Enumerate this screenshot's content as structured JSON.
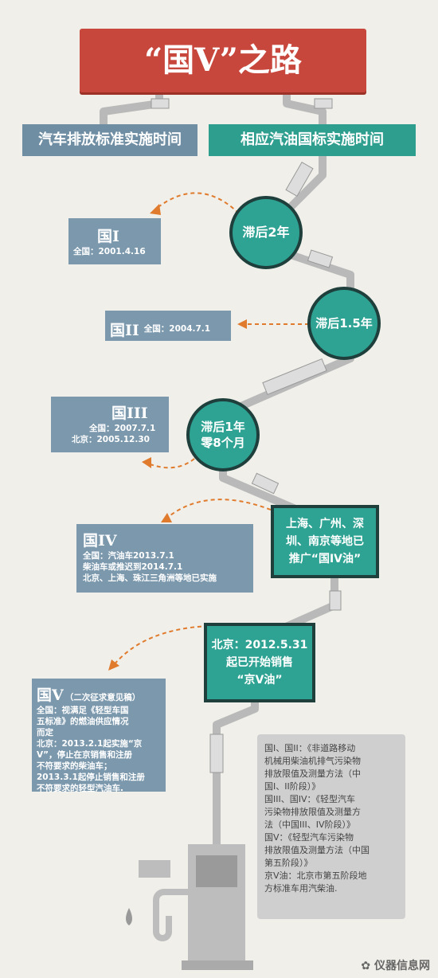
{
  "title": "“国V”之路",
  "headers": {
    "left": "汽车排放标准实施时间",
    "right": "相应汽油国标实施时间"
  },
  "lags": [
    {
      "text": "滞后2年"
    },
    {
      "text": "滞后1.5年"
    },
    {
      "lines": [
        "滞后1年",
        "零8个月"
      ]
    }
  ],
  "promos": [
    {
      "lines": [
        "上海、广州、深",
        "圳、南京等地已",
        "推广“国IV油”"
      ]
    },
    {
      "lines": [
        "北京：2012.5.31",
        "起已开始销售",
        "“京V油”"
      ]
    }
  ],
  "standards": [
    {
      "name": "国I",
      "lines": [
        "全国：2001.4.16"
      ]
    },
    {
      "name": "国II",
      "lines": [
        "全国：2004.7.1"
      ]
    },
    {
      "name": "国III",
      "lines": [
        "全国：2007.7.1",
        "北京：2005.12.30"
      ]
    },
    {
      "name": "国IV",
      "lines": [
        "全国：汽油车2013.7.1",
        "柴油车或推迟到2014.7.1",
        "北京、上海、珠江三角洲等地已实施"
      ]
    },
    {
      "name": "国V",
      "sub": "（二次征求意见稿）",
      "lines": [
        "全国：视满足《轻型车国",
        "五标准》的燃油供应情况",
        "而定",
        "北京：2013.2.1起实施“京",
        "V”，停止在京销售和注册",
        "不符要求的柴油车；",
        "2013.3.1起停止销售和注册",
        "不符要求的轻型汽油车."
      ]
    }
  ],
  "note": [
    "国I、国II：《非道路移动",
    "机械用柴油机排气污染物",
    "排放限值及测量方法（中",
    "国I、II阶段）》",
    "国III、国IV：《轻型汽车",
    "污染物排放限值及测量方",
    "法（中国III、IV阶段）》",
    "国V：《轻型汽车污染物",
    "排放限值及测量方法（中国",
    "第五阶段）》",
    "京V油：北京市第五阶段地",
    "方标准车用汽柴油."
  ],
  "watermark": "仪器信息网",
  "colors": {
    "red": "#c8473c",
    "teal": "#2ea393",
    "slate": "#7b98ad",
    "dark": "#1e3f3c",
    "orange": "#e07a2c"
  }
}
